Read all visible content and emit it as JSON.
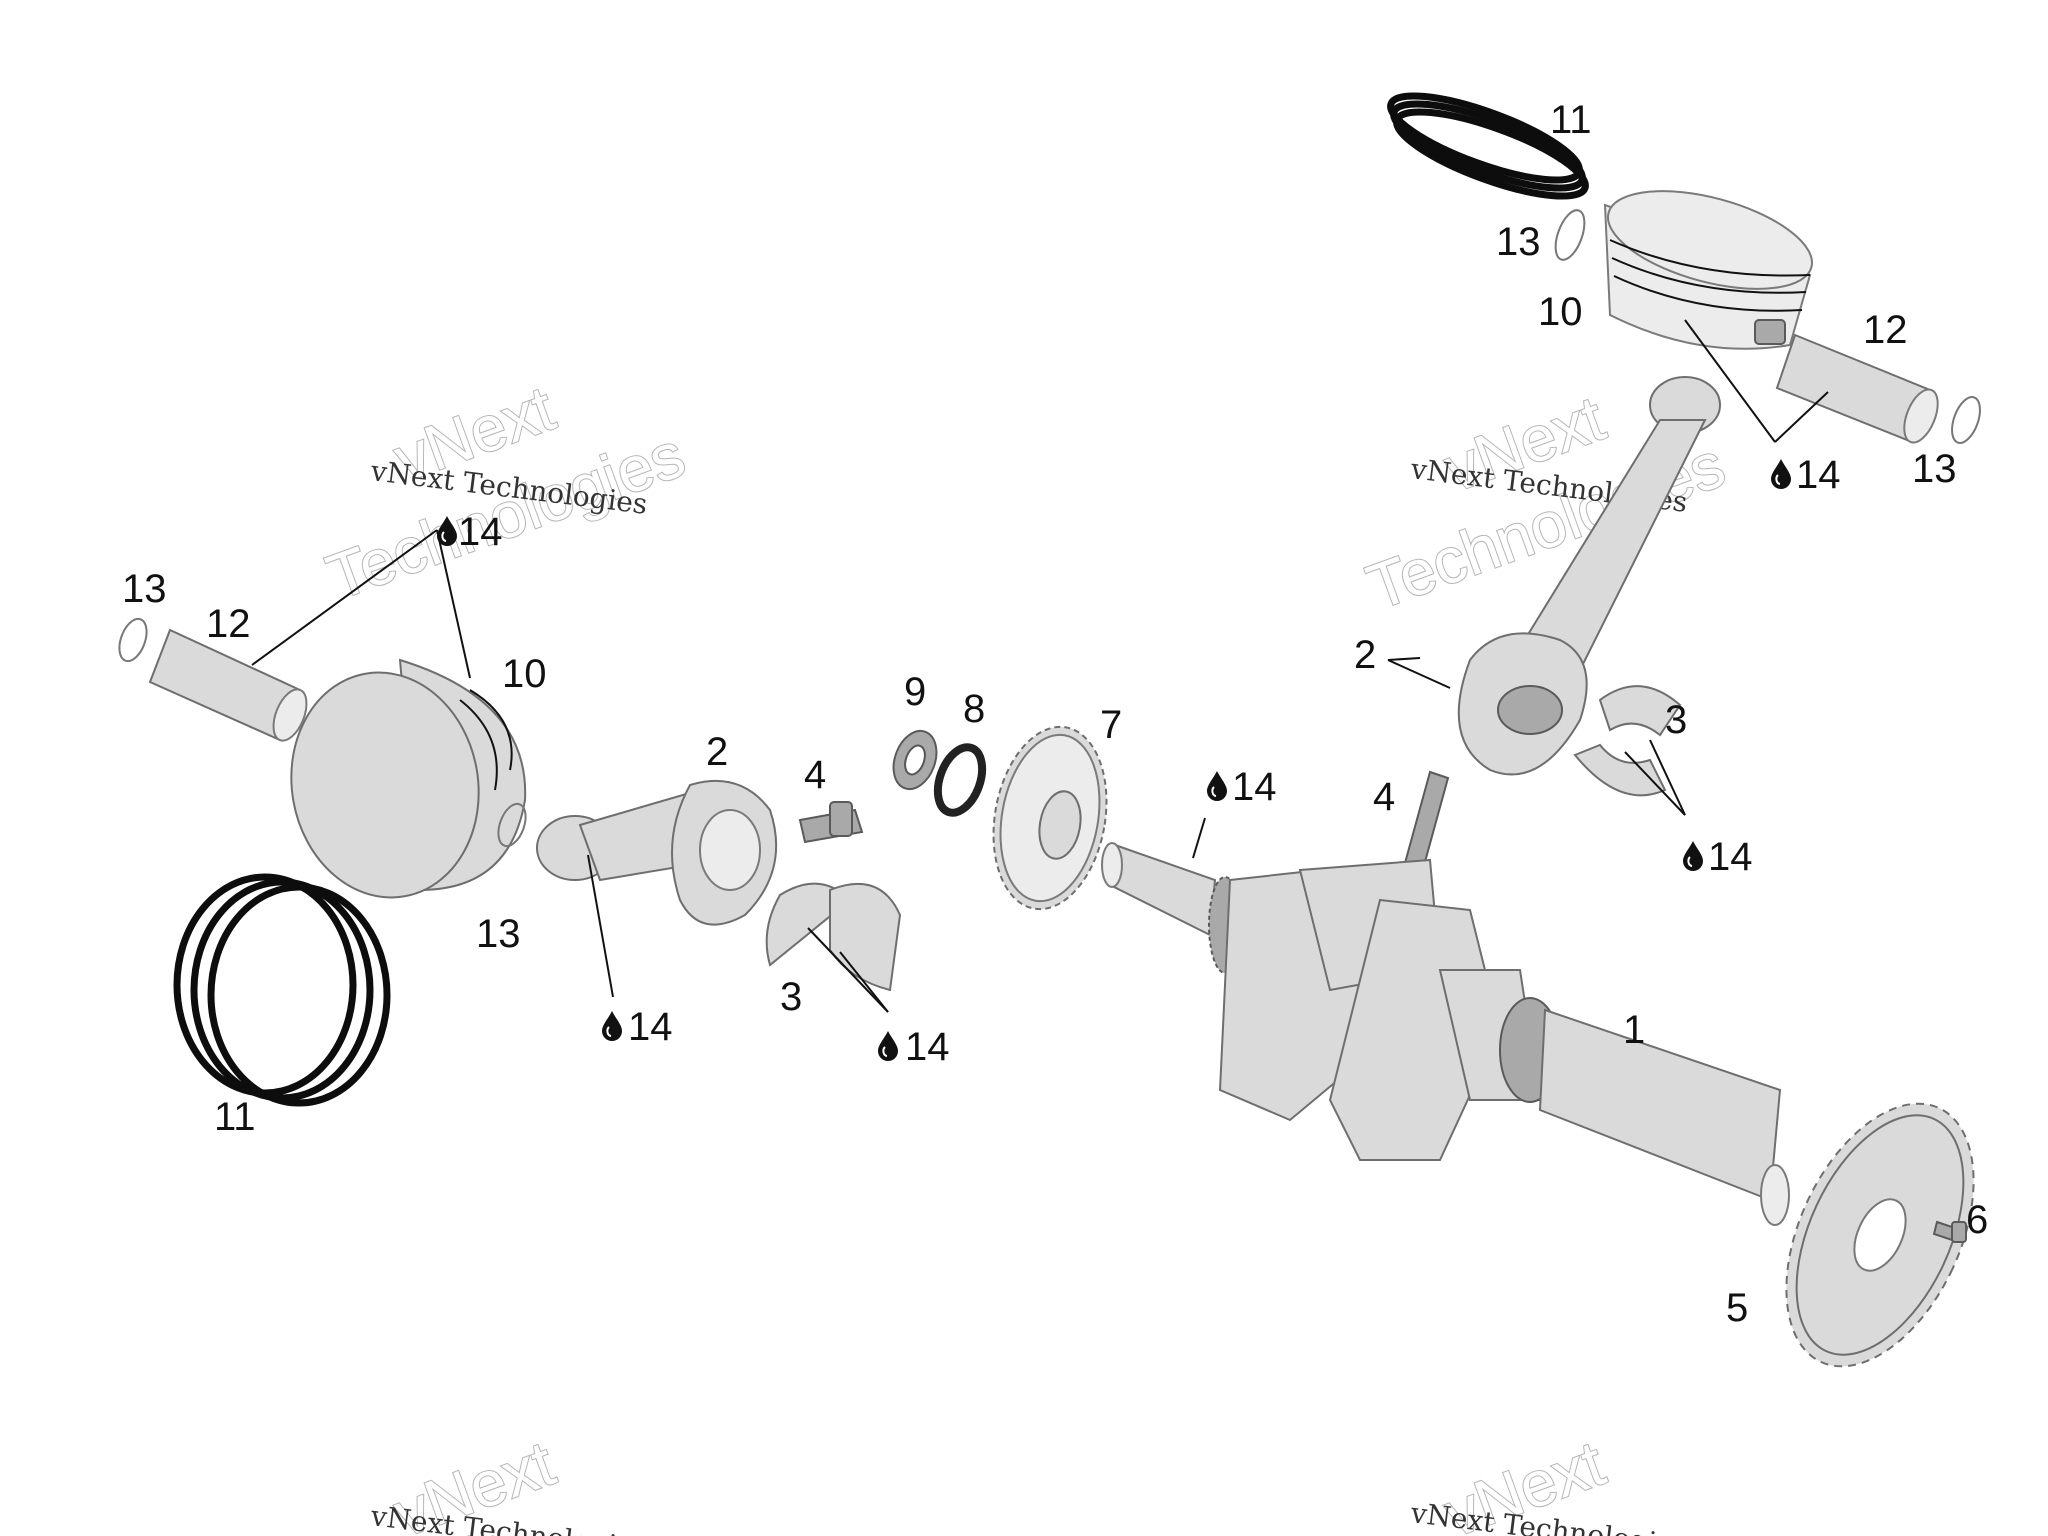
{
  "diagram": {
    "watermark": {
      "line1": "vNext",
      "line2": "Technologies",
      "line3": "vNext Technologies"
    },
    "callouts": {
      "c1": "1",
      "c2a": "2",
      "c2b": "2",
      "c3a": "3",
      "c3b": "3",
      "c4a": "4",
      "c4b": "4",
      "c5": "5",
      "c6": "6",
      "c7": "7",
      "c8": "8",
      "c9": "9",
      "c10a": "10",
      "c10b": "10",
      "c11a": "11",
      "c11b": "11",
      "c12a": "12",
      "c12b": "12",
      "c13a": "13",
      "c13b": "13",
      "c13c": "13",
      "c13d": "13",
      "c14a": "14",
      "c14b": "14",
      "c14c": "14",
      "c14d": "14",
      "c14e": "14",
      "c14f": "14"
    }
  }
}
